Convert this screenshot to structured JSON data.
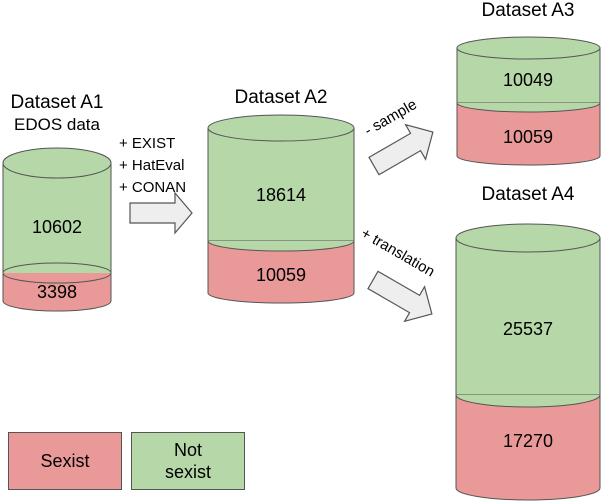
{
  "colors": {
    "sexist": "#ea9999",
    "not_sexist": "#b6d7a8",
    "outline": "#555555",
    "arrow": "#eeeeee"
  },
  "datasets": {
    "a1": {
      "title": "Dataset A1",
      "subtitle": "EDOS data",
      "not_sexist": "10602",
      "sexist": "3398"
    },
    "a2": {
      "title": "Dataset A2",
      "not_sexist": "18614",
      "sexist": "10059"
    },
    "a3": {
      "title": "Dataset A3",
      "not_sexist": "10049",
      "sexist": "10059"
    },
    "a4": {
      "title": "Dataset A4",
      "not_sexist": "25537",
      "sexist": "17270"
    }
  },
  "steps": {
    "a1_to_a2": [
      "+ EXIST",
      "+ HatEval",
      "+ CONAN"
    ],
    "a2_to_a3": "- sample",
    "a2_to_a4": "+ translation"
  },
  "legend": {
    "sexist": "Sexist",
    "not_sexist_line1": "Not",
    "not_sexist_line2": "sexist"
  }
}
